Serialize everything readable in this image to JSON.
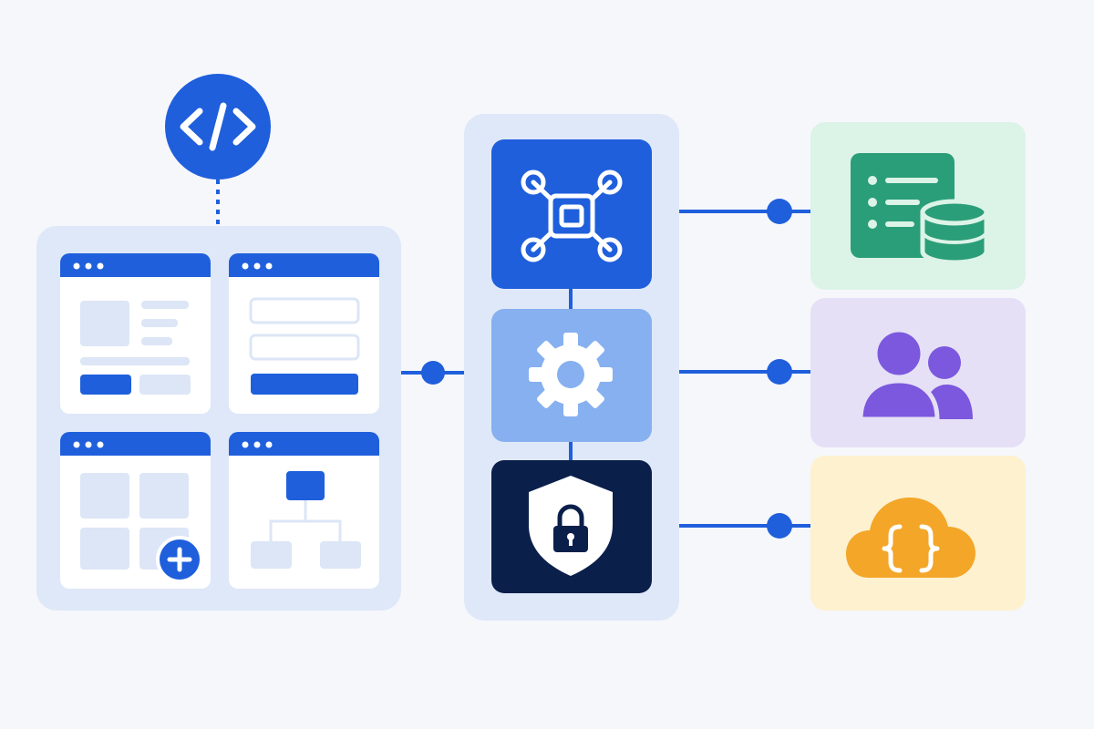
{
  "palette": {
    "background": "#f6f7fb",
    "panel": "#dfe8f8",
    "primary": "#1f5fdc",
    "primary_light": "#86b0f0",
    "navy": "#0b1f4b",
    "green_tile": "#dcf3e8",
    "green": "#2a9e78",
    "purple_tile": "#e6e0f7",
    "purple": "#7b58dd",
    "yellow_tile": "#fdf1cf",
    "orange": "#f4a629",
    "card": "#ffffff",
    "placeholder": "#dce6f6"
  },
  "groups": {
    "frontend": {
      "badge_icon": "code-icon",
      "windows": [
        {
          "name": "window-article-layout",
          "icon": "article-layout"
        },
        {
          "name": "window-form-layout",
          "icon": "form-layout"
        },
        {
          "name": "window-grid-layout",
          "icon": "grid-add-layout"
        },
        {
          "name": "window-tree-layout",
          "icon": "tree-layout"
        }
      ]
    },
    "core_stack": {
      "tiles": [
        {
          "name": "integration-hub",
          "icon": "hub-icon"
        },
        {
          "name": "settings-engine",
          "icon": "gear-icon"
        },
        {
          "name": "security-layer",
          "icon": "shield-lock-icon"
        }
      ]
    },
    "services": {
      "tiles": [
        {
          "name": "database-service",
          "icon": "database-list-icon"
        },
        {
          "name": "users-service",
          "icon": "users-icon"
        },
        {
          "name": "cloud-api-service",
          "icon": "cloud-code-icon"
        }
      ]
    }
  }
}
